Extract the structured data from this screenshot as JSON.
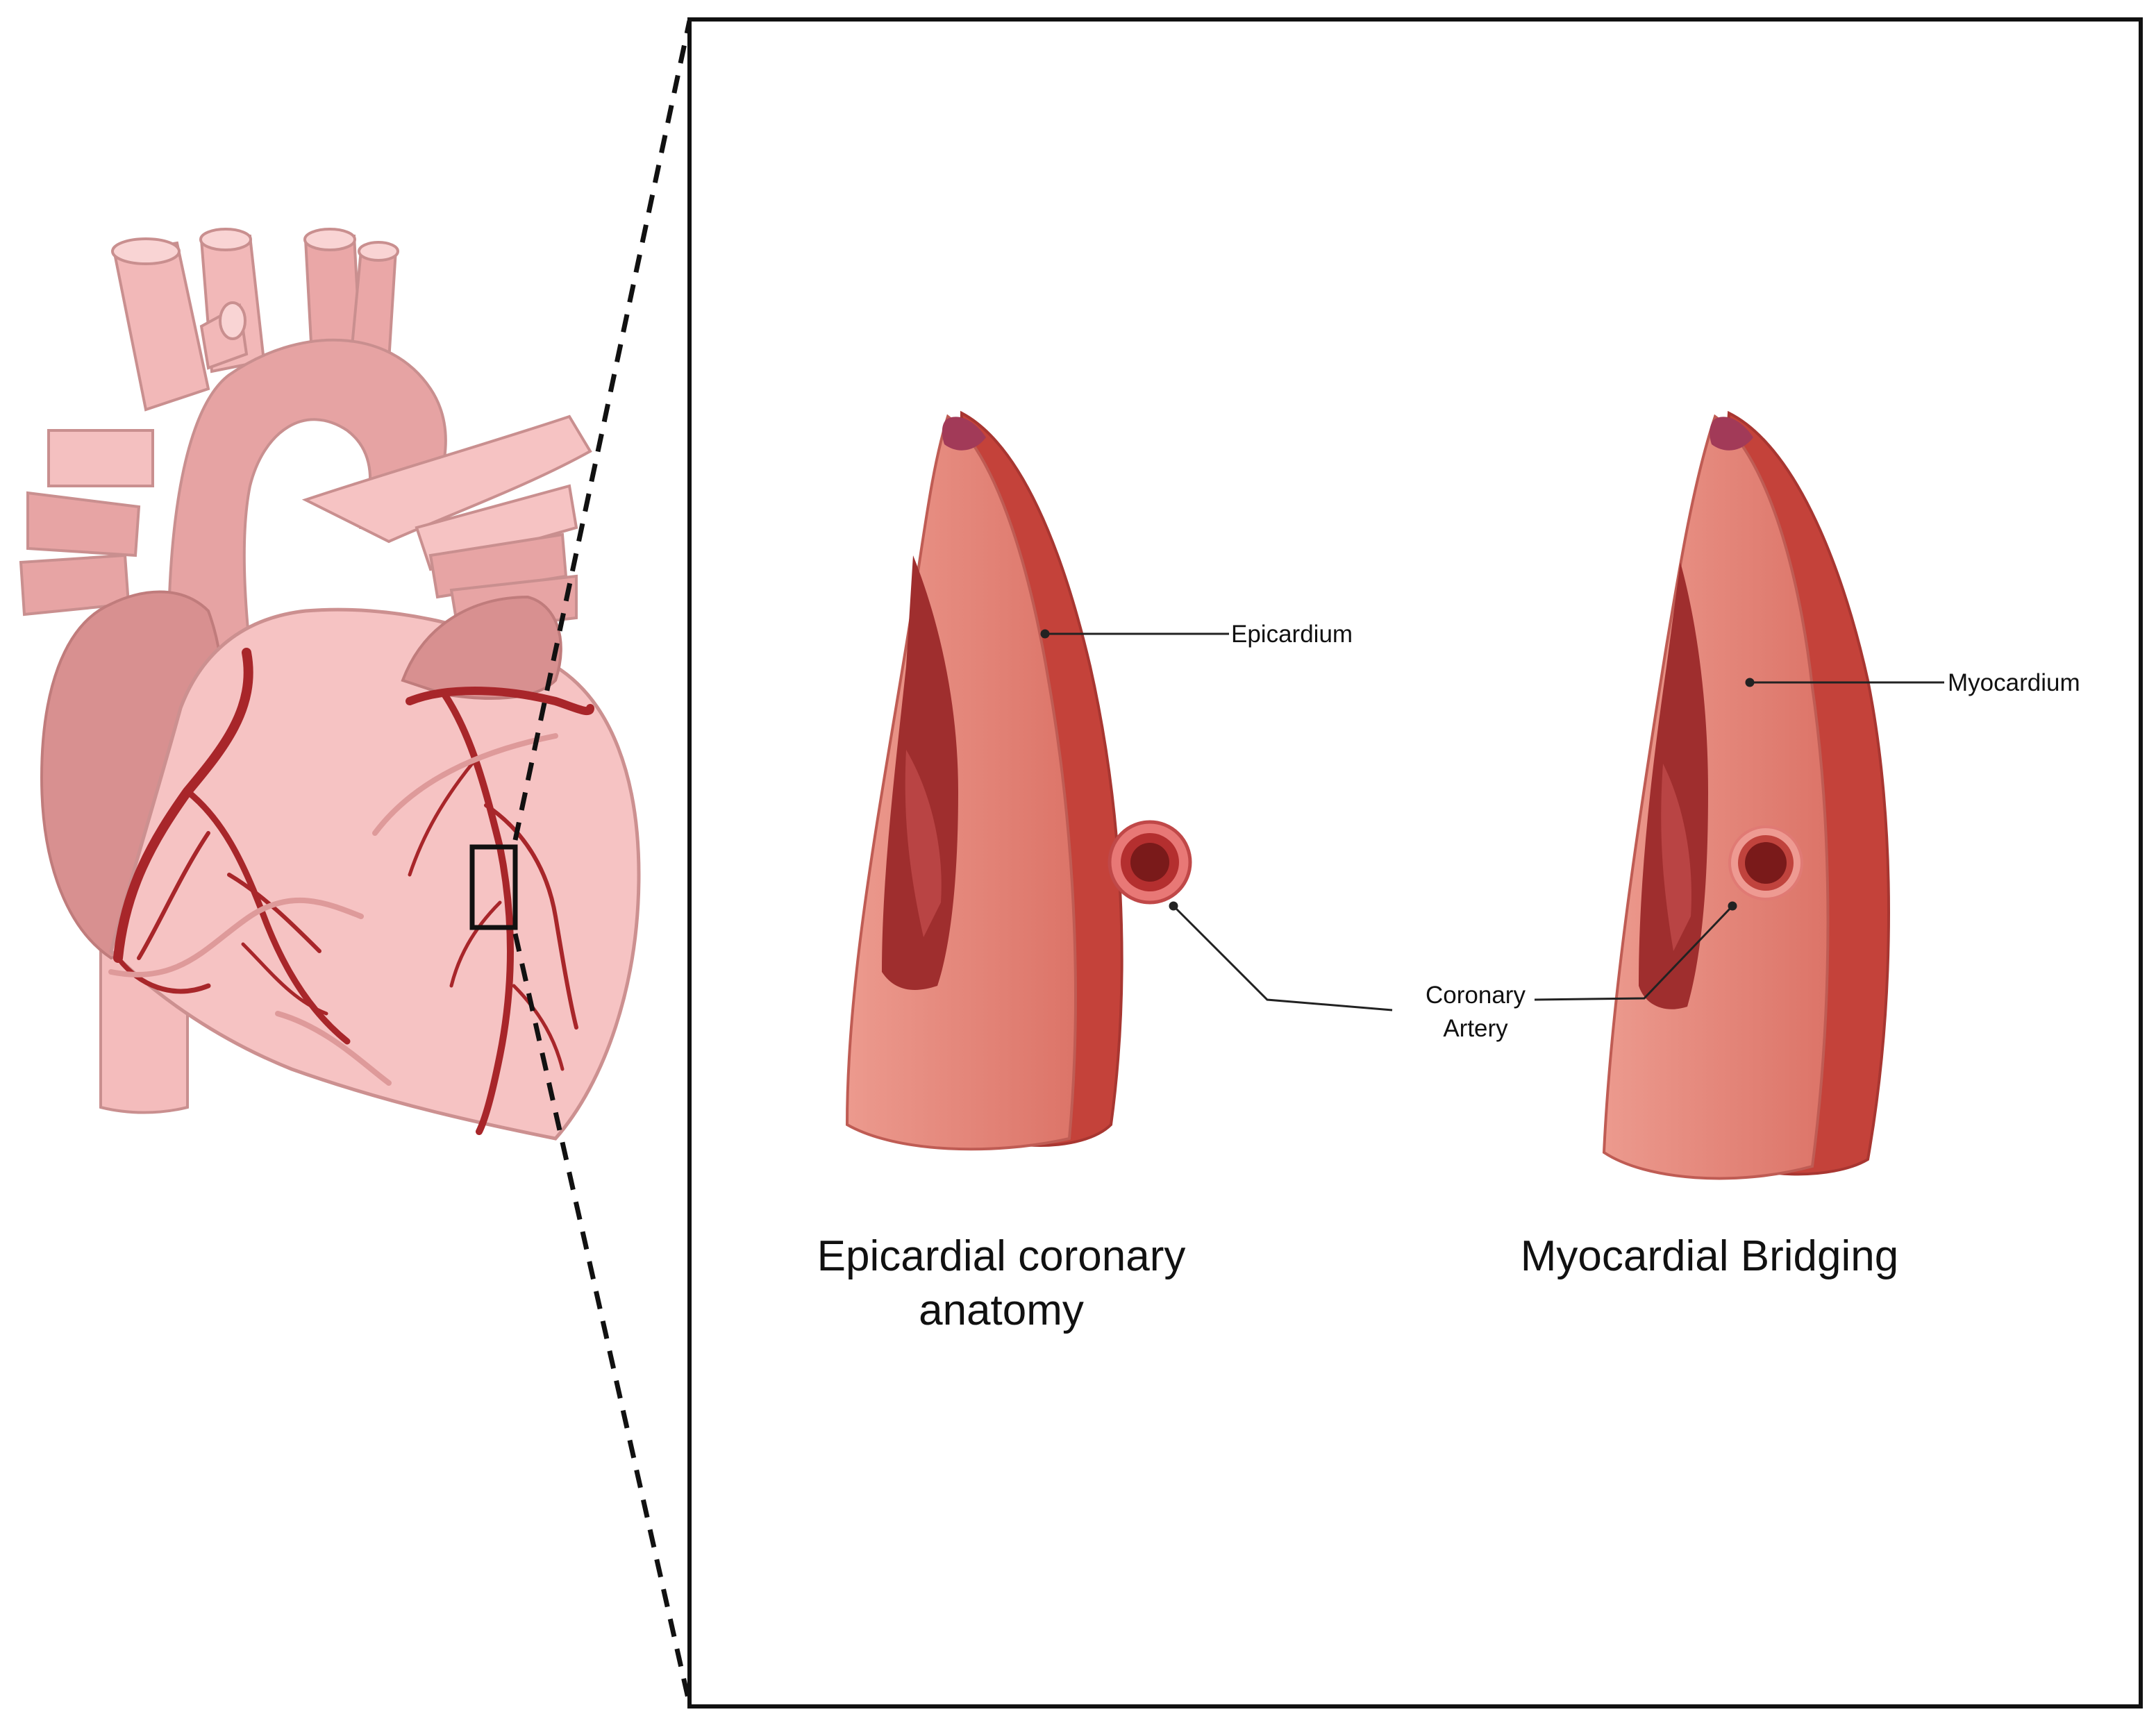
{
  "figure": {
    "colors": {
      "heart_light": "#f6c3c3",
      "heart_mid": "#e7a4a4",
      "heart_dark": "#d48c8c",
      "artery": "#a8262a",
      "epicardium": "#c4423a",
      "myocardium": "#e3847a",
      "inner_dark": "#9f2e2e",
      "lumen": "#7a1a1a",
      "frame": "#111111"
    },
    "labels": {
      "epicardium": "Epicardium",
      "myocardium": "Myocardium",
      "coronary_artery_line1": "Coronary",
      "coronary_artery_line2": "Artery"
    },
    "captions": {
      "left_line1": "Epicardial coronary",
      "left_line2": "anatomy",
      "right": "Myocardial Bridging"
    }
  }
}
